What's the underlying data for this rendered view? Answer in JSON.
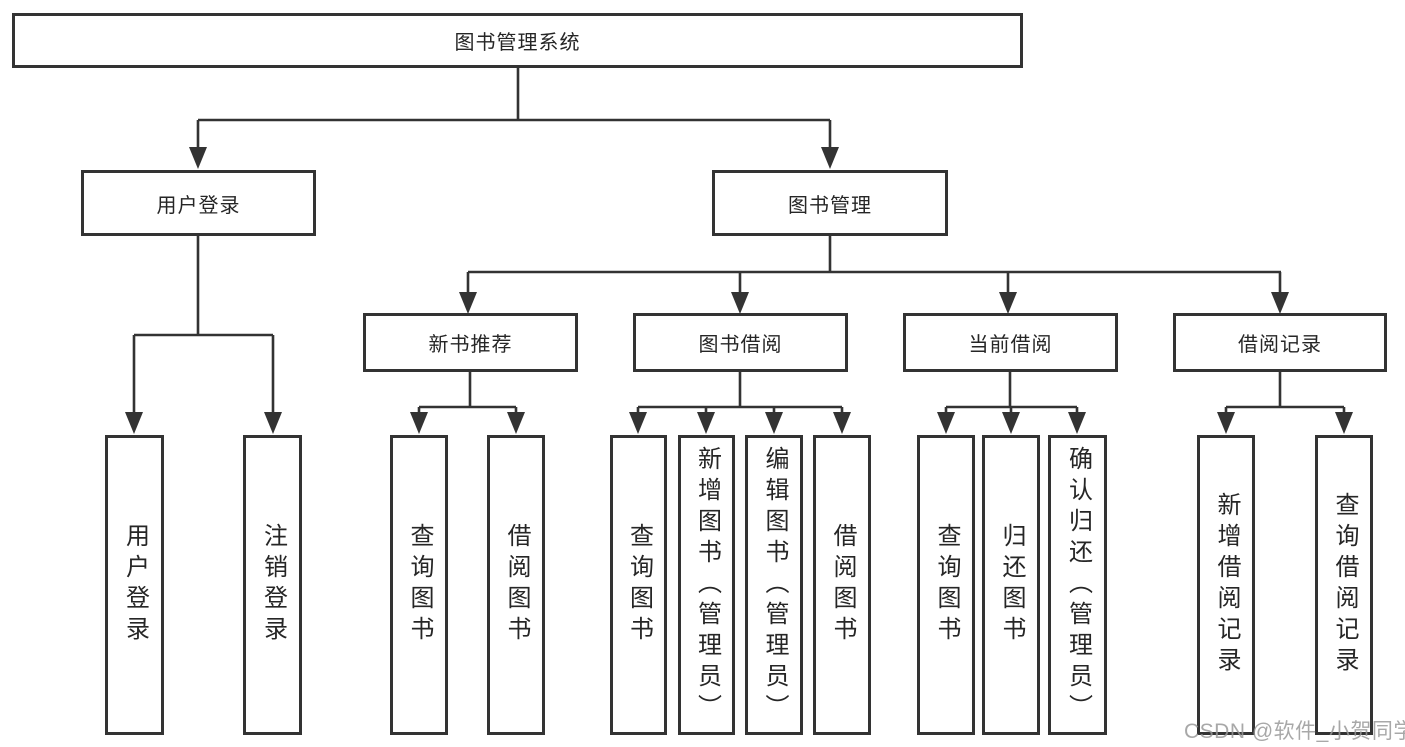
{
  "title": "图书管理系统",
  "level2": {
    "user_login": "用户登录",
    "book_management": "图书管理"
  },
  "level3": {
    "new_books": "新书推荐",
    "book_borrowing": "图书借阅",
    "current_borrowing": "当前借阅",
    "borrowing_records": "借阅记录"
  },
  "leaves": {
    "user_login": [
      "用户登录",
      "注销登录"
    ],
    "new_books": [
      "查询图书",
      "借阅图书"
    ],
    "book_borrowing": [
      "查询图书",
      "新增图书（管理员）",
      "编辑图书（管理员）",
      "借阅图书"
    ],
    "current_borrowing": [
      "查询图书",
      "归还图书",
      "确认归还（管理员）"
    ],
    "borrowing_records": [
      "新增借阅记录",
      "查询借阅记录"
    ]
  },
  "watermark": "CSDN @软件_小贺同学",
  "colors": {
    "line": "#333333",
    "text": "#262626",
    "watermark": "#999999",
    "background": "#ffffff"
  }
}
